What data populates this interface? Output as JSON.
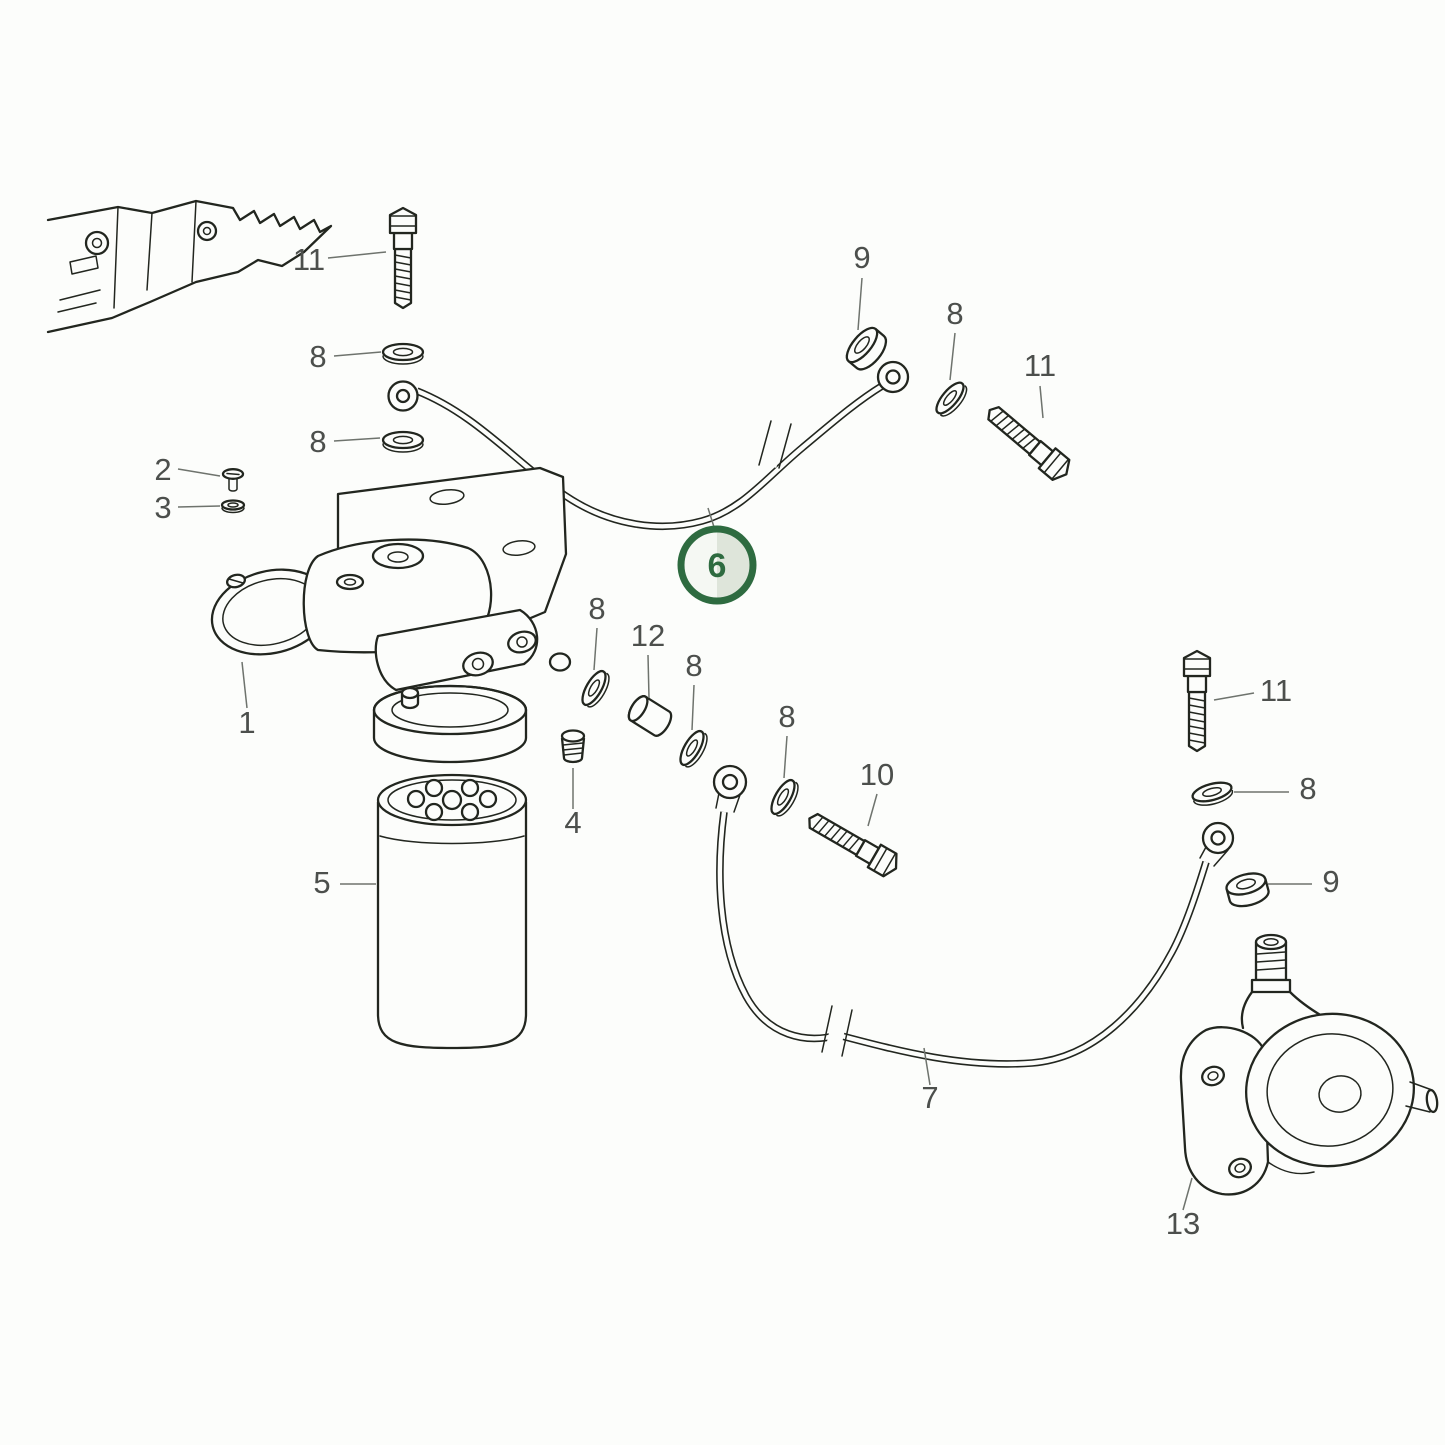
{
  "theme": {
    "bg": "#fcfdfb",
    "line": "#22261f",
    "leader": "#6e736d",
    "label": "#4c4f4c",
    "hl-ring": "#2e6b40",
    "hl-text": "#2e6b40",
    "hl-left": "#f5f8f3",
    "hl-right": "#dee5da"
  },
  "diagram": {
    "type": "exploded-parts-diagram",
    "subject": "fuel-filter-lines-and-feed-pump",
    "highlight": {
      "label": "6"
    },
    "callouts": [
      {
        "label": "11"
      },
      {
        "label": "8"
      },
      {
        "label": "8"
      },
      {
        "label": "2"
      },
      {
        "label": "3"
      },
      {
        "label": "1"
      },
      {
        "label": "9"
      },
      {
        "label": "8"
      },
      {
        "label": "11"
      },
      {
        "label": "8"
      },
      {
        "label": "12"
      },
      {
        "label": "8"
      },
      {
        "label": "8"
      },
      {
        "label": "10"
      },
      {
        "label": "4"
      },
      {
        "label": "5"
      },
      {
        "label": "7"
      },
      {
        "label": "11"
      },
      {
        "label": "8"
      },
      {
        "label": "9"
      },
      {
        "label": "13"
      }
    ]
  }
}
